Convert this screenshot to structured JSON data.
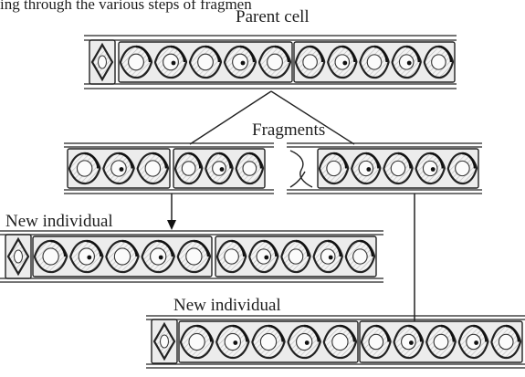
{
  "top_caption": "ing through the various steps of fragmen",
  "labels": {
    "parent_cell": "Parent cell",
    "fragments": "Fragments",
    "new_individual_1": "New individual",
    "new_individual_2": "New individual"
  }
}
